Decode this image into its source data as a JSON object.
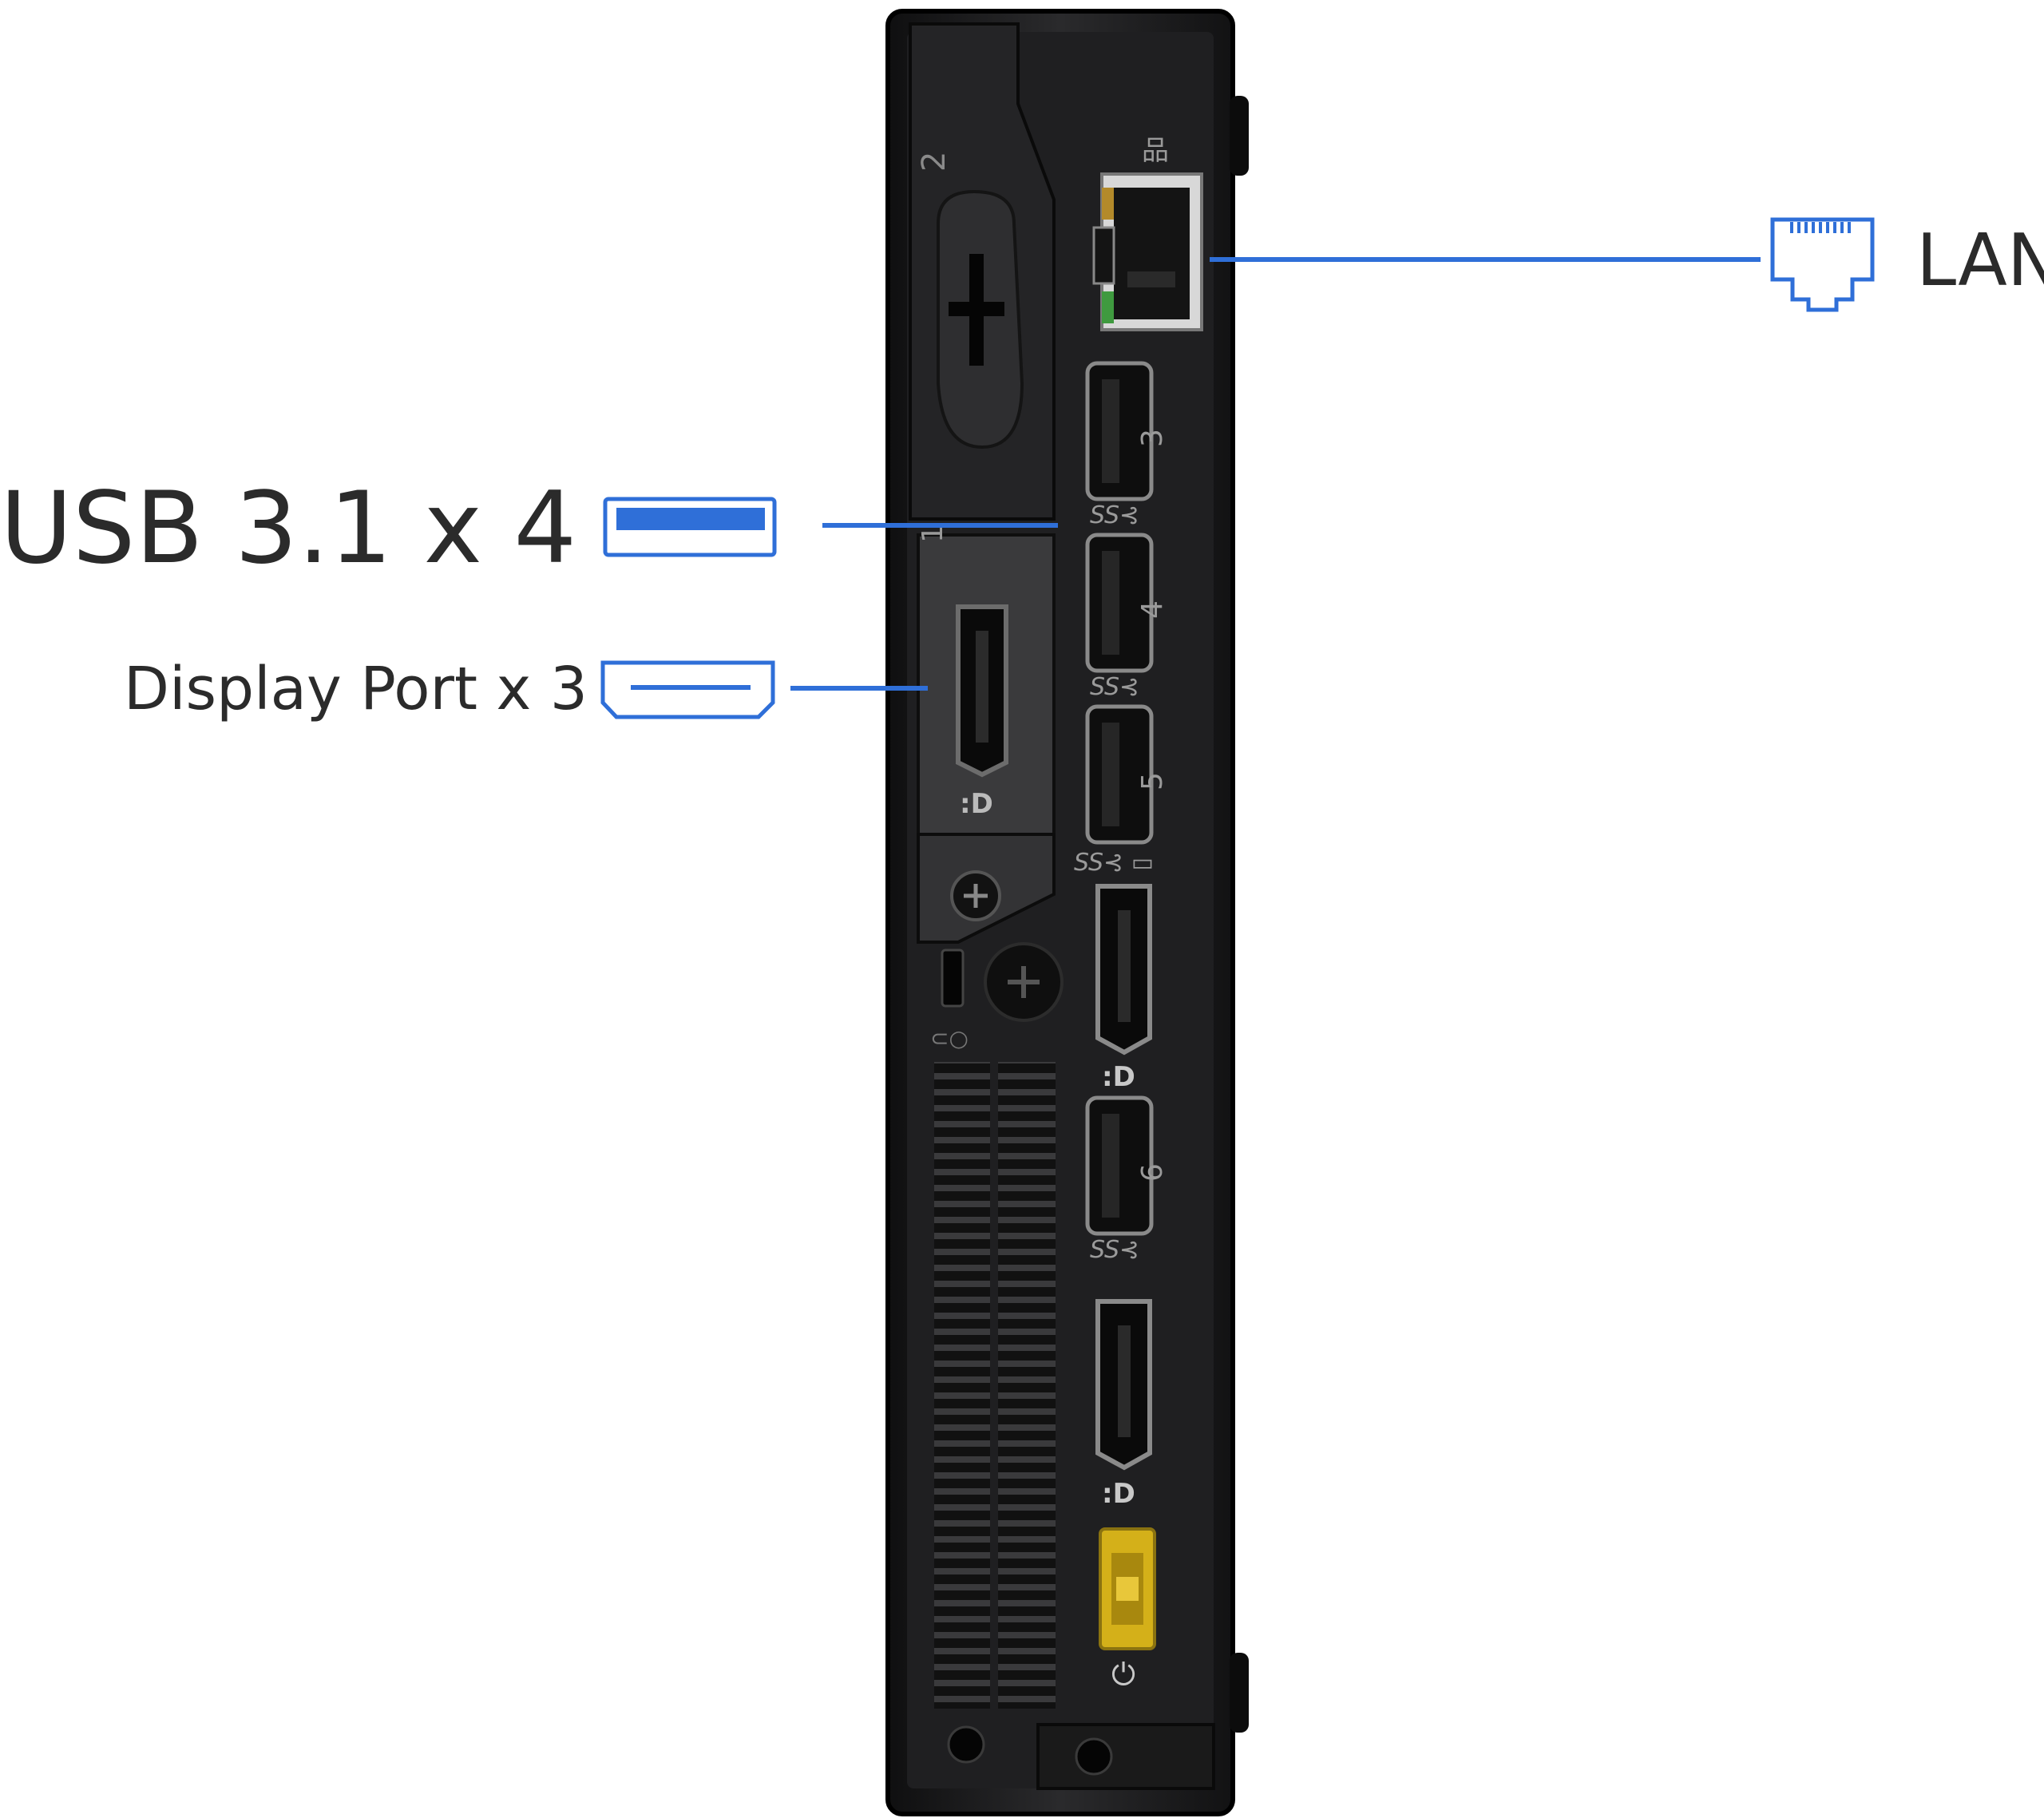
{
  "labels": {
    "usb": "USB 3.1 x 4",
    "display_port": "Display Port x 3",
    "lan": "LAN"
  },
  "port_numbers": {
    "bay": "2",
    "usb_a": "3",
    "usb_b": "4",
    "usb_c": "5",
    "usb_d": "6",
    "slot": "1"
  },
  "colors": {
    "accent_blue": "#2f6fd8",
    "chassis": "#1c1c1e",
    "power_port": "#d4b019"
  },
  "icons": [
    "usb-port-icon",
    "displayport-icon",
    "ethernet-port-icon"
  ]
}
